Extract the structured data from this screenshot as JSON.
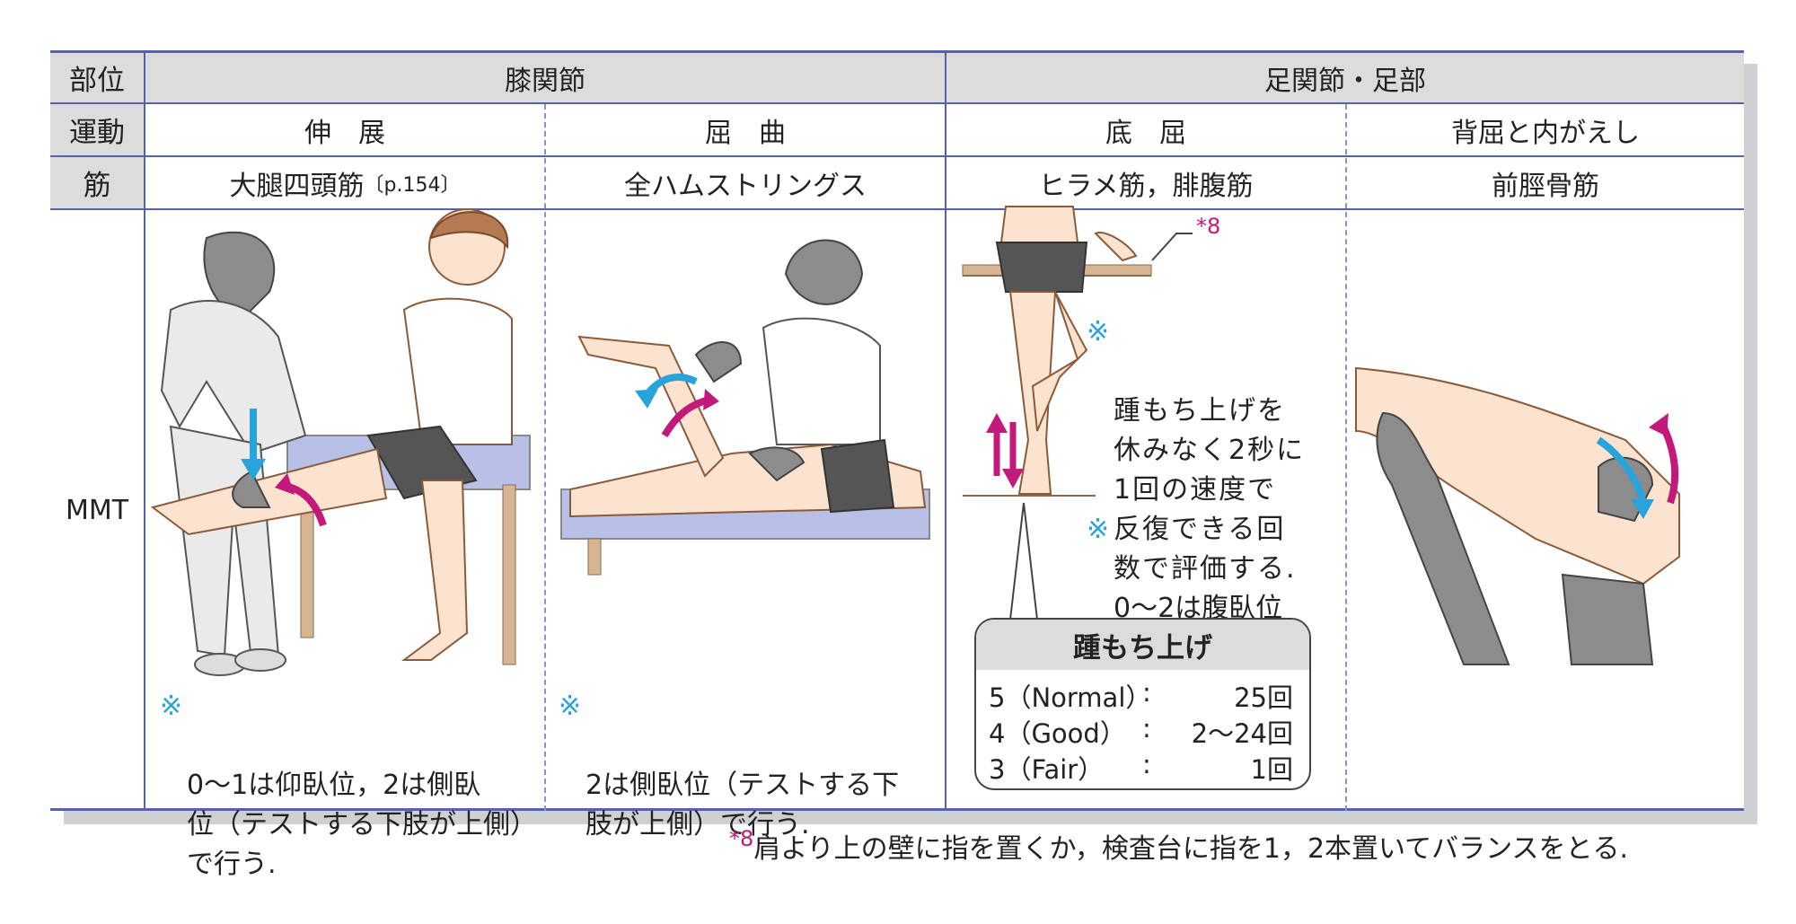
{
  "table": {
    "row_labels": {
      "region": "部位",
      "motion": "運動",
      "muscle": "筋",
      "mmt": "MMT"
    },
    "regions": [
      "膝関節",
      "足関節・足部"
    ],
    "motions": [
      "伸　展",
      "屈　曲",
      "底　屈",
      "背屈と内がえし"
    ],
    "muscles": [
      "大腿四頭筋",
      "全ハムストリングス",
      "ヒラメ筋，腓腹筋",
      "前脛骨筋"
    ],
    "muscle_ref": "〔p.154〕"
  },
  "notes": {
    "mark": "※",
    "extension": "0〜1は仰臥位，2は側臥\n位（テストする下肢が上側）\nで行う.",
    "flexion": "2は側臥位（テストする下\n肢が上側）で行う.",
    "plantar_main": "踵もち上げを\n休みなく2秒に\n1回の速度で\n反復できる回\n数で評価する.",
    "plantar_prone": "0〜2は腹臥位\nで行う.",
    "star_label": "*8"
  },
  "scoring": {
    "title": "踵もち上げ",
    "rows": [
      {
        "grade": "5（Normal）",
        "sep": ":",
        "value": "25回"
      },
      {
        "grade": "4（Good）",
        "sep": ":",
        "value": "2〜24回"
      },
      {
        "grade": "3（Fair）",
        "sep": ":",
        "value": "1回"
      }
    ]
  },
  "footnote": {
    "mark": "*8",
    "text": "肩より上の壁に指を置くか，検査台に指を1，2本置いてバランスをとる."
  },
  "colors": {
    "border": "#5563a6",
    "header_bg": "#dcdcdc",
    "arrow_blue": "#29a3dc",
    "arrow_magenta": "#c2197a",
    "skin": "#fbe3cf",
    "bed": "#b9c0e6"
  }
}
